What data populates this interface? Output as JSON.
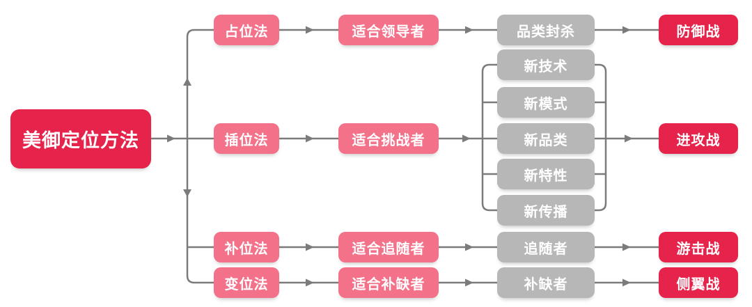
{
  "diagram": {
    "root": {
      "label": "美御定位方法"
    },
    "branches": [
      {
        "method": "占位法",
        "audience": "适合领导者",
        "tactics": [
          "品类封杀"
        ],
        "strategy": "防御战"
      },
      {
        "method": "插位法",
        "audience": "适合挑战者",
        "tactics": [
          "新技术",
          "新模式",
          "新品类",
          "新特性",
          "新传播"
        ],
        "strategy": "进攻战"
      },
      {
        "method": "补位法",
        "audience": "适合追随者",
        "tactics": [
          "追随者"
        ],
        "strategy": "游击战"
      },
      {
        "method": "变位法",
        "audience": "适合补缺者",
        "tactics": [
          "补缺者"
        ],
        "strategy": "侧翼战"
      }
    ],
    "colors": {
      "red": "#E5234B",
      "pink": "#F4718A",
      "gray": "#B7B7B7",
      "line": "#7B7B7B",
      "text": "#FFFFFF",
      "bg": "#FFFFFF"
    }
  }
}
